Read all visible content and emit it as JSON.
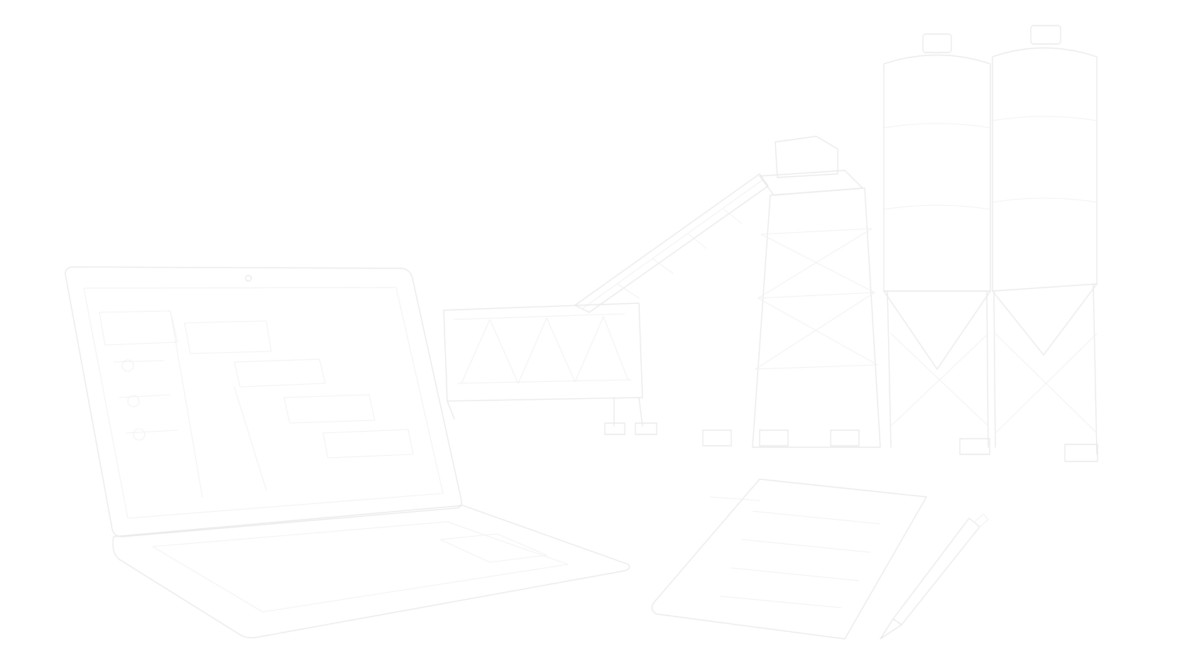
{
  "scene": {
    "background_color": "#ffffff",
    "line_color": "#e9e9e9",
    "faint_line_color": "#f1f1f1",
    "objects": [
      "laptop",
      "batching-plant",
      "conveyor",
      "silo",
      "silo",
      "clipboard",
      "pen"
    ]
  }
}
